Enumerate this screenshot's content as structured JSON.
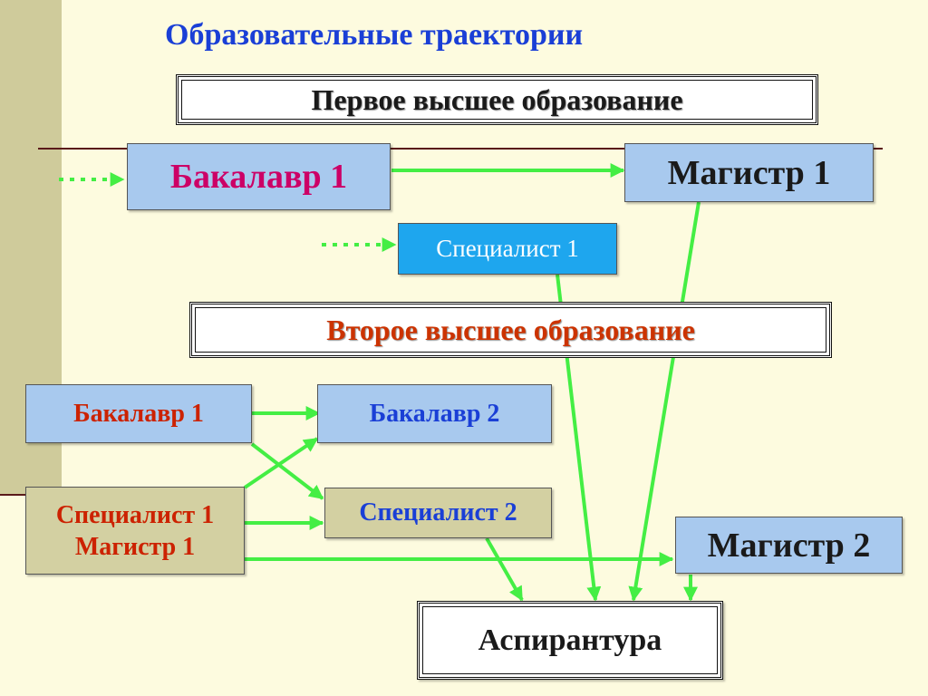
{
  "title": "Образовательные траектории",
  "sections": {
    "first_higher": "Первое высшее образование",
    "second_higher": "Второе высшее образование"
  },
  "nodes": {
    "bachelor_1_top": "Бакалавр 1",
    "master_1_top": "Магистр 1",
    "specialist_1_top": "Специалист 1",
    "bachelor_1_left": "Бакалавр 1",
    "bachelor_2": "Бакалавр 2",
    "specialist_1_left": "Специалист 1",
    "master_1_left": "Магистр 1",
    "specialist_2": "Специалист 2",
    "master_2": "Магистр 2",
    "postgraduate": "Аспирантура"
  },
  "colors": {
    "title": "#1a3fd6",
    "section_second": "#cc3300",
    "bachelor_top_text": "#cc0066",
    "dark_text": "#1a1a1a",
    "red_text": "#cc2200",
    "blue_text": "#1a3fd6",
    "arrow": "#44ee44",
    "background": "#fdfbdf"
  }
}
